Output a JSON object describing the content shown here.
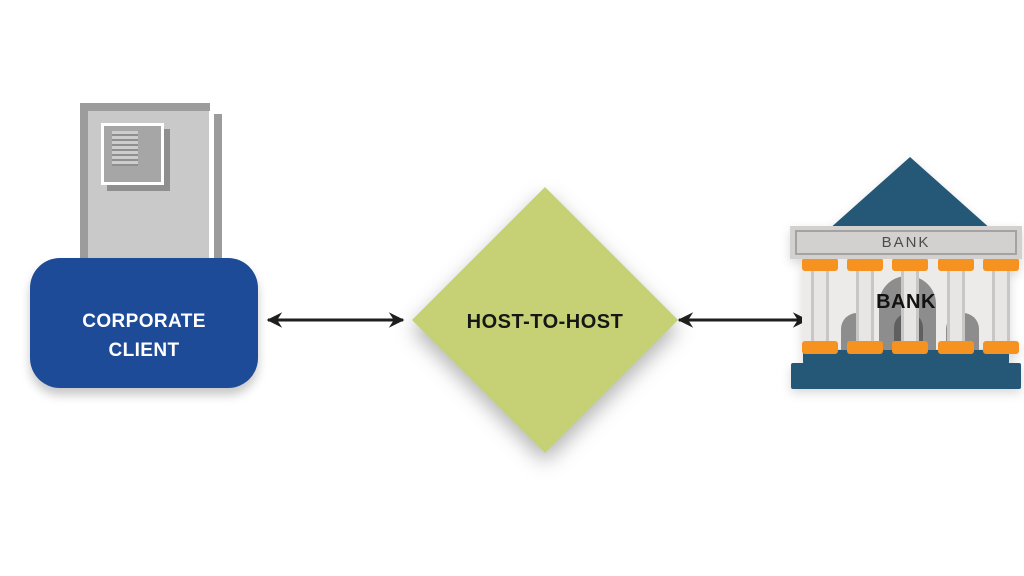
{
  "colors": {
    "client_blue": "#1E4B97",
    "host_green": "#C6D175",
    "bank_teal": "#255877",
    "bank_orange": "#F6921F",
    "arrow_black": "#1F1F1F"
  },
  "nodes": {
    "corporate_client": {
      "label_line1": "CORPORATE",
      "label_line2": "CLIENT"
    },
    "host_to_host": {
      "label": "HOST-TO-HOST"
    },
    "bank": {
      "banner_label": "BANK",
      "building_label": "BANK"
    }
  }
}
